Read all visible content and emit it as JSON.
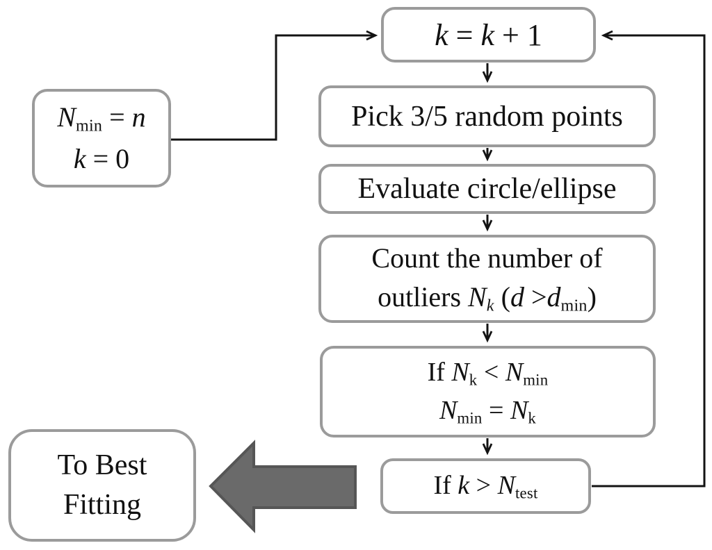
{
  "colors": {
    "background": "#ffffff",
    "box_border": "#9b9b9b",
    "connector": "#131313",
    "block_arrow_fill": "#6a6a6a",
    "block_arrow_stroke": "#565656",
    "text": "#111111"
  },
  "nodes": {
    "k_inc": {
      "lines": [
        [
          {
            "t": "k",
            "s": "i"
          },
          {
            "t": " = ",
            "s": "r"
          },
          {
            "t": "k",
            "s": "i"
          },
          {
            "t": " + 1",
            "s": "r"
          }
        ]
      ]
    },
    "init": {
      "lines": [
        [
          {
            "t": "N",
            "s": "i"
          },
          {
            "t": "min",
            "s": "sub"
          },
          {
            "t": " = ",
            "s": "r"
          },
          {
            "t": "n",
            "s": "i"
          }
        ],
        [
          {
            "t": "k",
            "s": "i"
          },
          {
            "t": " = 0",
            "s": "r"
          }
        ]
      ]
    },
    "pick": {
      "lines": [
        [
          {
            "t": "Pick 3/5 random points",
            "s": "r"
          }
        ]
      ]
    },
    "evaluate": {
      "lines": [
        [
          {
            "t": "Evaluate circle/ellipse",
            "s": "r"
          }
        ]
      ]
    },
    "count": {
      "lines": [
        [
          {
            "t": "Count the number of",
            "s": "r"
          }
        ],
        [
          {
            "t": "outliers ",
            "s": "r"
          },
          {
            "t": "N",
            "s": "i"
          },
          {
            "t": "k",
            "s": "isub"
          },
          {
            "t": " (",
            "s": "r"
          },
          {
            "t": "d",
            "s": "i"
          },
          {
            "t": " >",
            "s": "r"
          },
          {
            "t": "d",
            "s": "i"
          },
          {
            "t": "min",
            "s": "sub"
          },
          {
            "t": ")",
            "s": "r"
          }
        ]
      ]
    },
    "update": {
      "lines": [
        [
          {
            "t": "If ",
            "s": "r"
          },
          {
            "t": "N",
            "s": "i"
          },
          {
            "t": "k",
            "s": "sub"
          },
          {
            "t": " < ",
            "s": "r"
          },
          {
            "t": "N",
            "s": "i"
          },
          {
            "t": "min",
            "s": "sub"
          }
        ],
        [
          {
            "t": "N",
            "s": "i"
          },
          {
            "t": "min",
            "s": "sub"
          },
          {
            "t": " = ",
            "s": "r"
          },
          {
            "t": "N",
            "s": "i"
          },
          {
            "t": "k",
            "s": "sub"
          }
        ]
      ]
    },
    "test": {
      "lines": [
        [
          {
            "t": "If ",
            "s": "r"
          },
          {
            "t": "k",
            "s": "i"
          },
          {
            "t": " > ",
            "s": "r"
          },
          {
            "t": "N",
            "s": "i"
          },
          {
            "t": "test",
            "s": "sub"
          }
        ]
      ]
    },
    "best": {
      "lines": [
        [
          {
            "t": "To Best",
            "s": "r"
          }
        ],
        [
          {
            "t": "Fitting",
            "s": "r"
          }
        ]
      ]
    }
  }
}
